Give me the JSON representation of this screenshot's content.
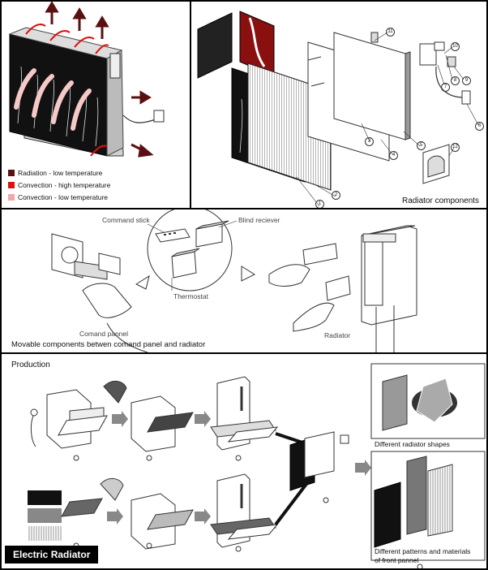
{
  "legend": [
    {
      "label": "Radiation - low temperature",
      "color": "#5a1010"
    },
    {
      "label": "Convection - high temperature",
      "color": "#e01010"
    },
    {
      "label": "Convection - low temperature",
      "color": "#f0a8a8"
    }
  ],
  "components": {
    "title": "Radiator components",
    "numbers": [
      "1",
      "2",
      "3",
      "4",
      "5",
      "6",
      "7",
      "8",
      "9",
      "10",
      "11",
      "12"
    ]
  },
  "movable": {
    "command_stick": "Command stick",
    "blind_receiver": "Blind reciever",
    "thermostat": "Thermostat",
    "command_panel": "Comand pannel",
    "radiator": "Radiator",
    "caption": "Movable components betwen comand panel and radiator"
  },
  "production": {
    "title": "Production",
    "shapes_caption": "Different radiator shapes",
    "patterns_caption": "Different patterns and materials of front pannel"
  },
  "footer": {
    "title": "Electric Radiator"
  }
}
